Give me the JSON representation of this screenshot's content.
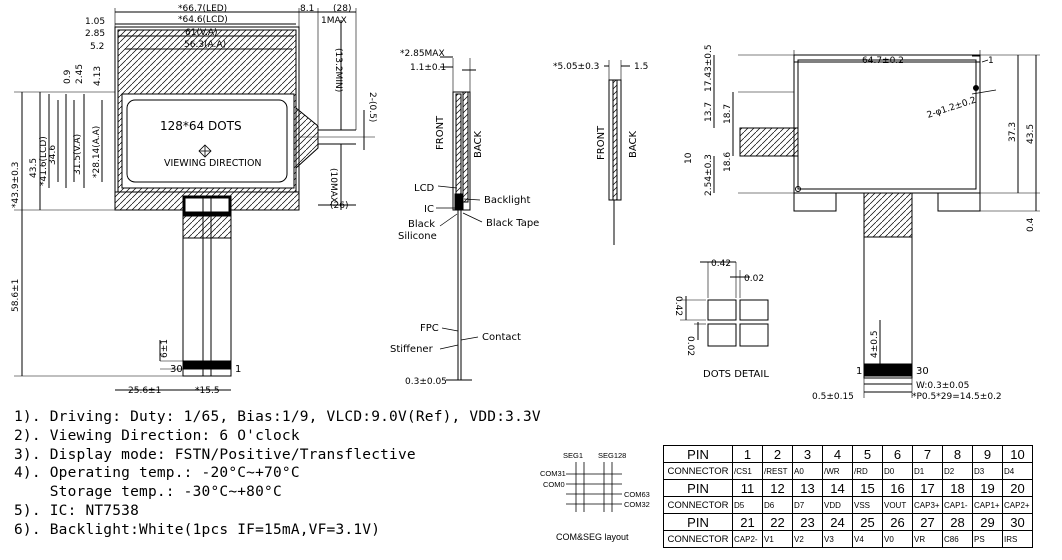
{
  "front_view": {
    "dims_top": [
      "*66.7(LED)",
      "*64.6(LCD)",
      "61(V.A)",
      "56.3(A.A)"
    ],
    "dims_left_offsets": [
      "1.05",
      "2.85",
      "5.2"
    ],
    "dim_top_right": "8.1",
    "dim_28": "(28)",
    "dim_1max": "1MAX",
    "dim_13_2min": "(13.2MIN)",
    "dim_2_05": "2-(0.5)",
    "dim_10max": "(10MAX)",
    "dim_26": "(26)",
    "dims_vertical": [
      "*43.9±0.3",
      "43.5",
      "*41.6(LCD)",
      "34.6",
      "31.5(V.A)",
      "*28.14(A.A)"
    ],
    "dims_vertical_small": [
      "0.9",
      "2.45",
      "4.13"
    ],
    "dim_58_6": "58.6±1",
    "dim_6": "6±1",
    "dim_25_6": "25.6±1",
    "dim_15_5": "*15.5",
    "pin_30": "30",
    "pin_1": "1",
    "display_text": "128*64 DOTS",
    "viewing_text": "VIEWING DIRECTION"
  },
  "side_view": {
    "dim_thickness": "*2.85MAX",
    "dim_1_1": "1.1±0.1",
    "front": "FRONT",
    "back": "BACK",
    "lcd": "LCD",
    "ic": "IC",
    "black_silicone": [
      "Black",
      "Silicone"
    ],
    "backlight": "Backlight",
    "black_tape": "Black Tape",
    "fpc": "FPC",
    "stiffener": "Stiffener",
    "contact": "Contact",
    "dim_0_3": "0.3±0.05"
  },
  "side_view_2": {
    "dim_5_05": "*5.05±0.3",
    "dim_1_5": "1.5",
    "front": "FRONT",
    "back": "BACK"
  },
  "back_view": {
    "dim_64_7": "64.7±0.2",
    "dim_1": "1",
    "dim_17_43": "17.43±0.5",
    "dim_13_7": "13.7",
    "dim_18_7": "18.7",
    "dim_18_6": "18.6",
    "dim_10": "10",
    "dim_2_54": "2.54±0.3",
    "hole": "2-φ1.2±0.2",
    "dim_37_3": "37.3",
    "dim_43_5": "43.5",
    "dim_0_4": "0.4",
    "dim_4": "4±0.5",
    "pin_30": "30",
    "pin_1": "1",
    "dim_w": "W:0.3±0.05",
    "dim_p": "*P0.5*29=14.5±0.2",
    "dim_0_5": "0.5±0.15"
  },
  "dots_detail": {
    "title": "DOTS DETAIL",
    "d042_h": "0.42",
    "d002_h": "0.02",
    "d042_v": "0.42",
    "d002_v": "0.02"
  },
  "notes": [
    "1). Driving: Duty: 1/65, Bias:1/9, VLCD:9.0V(Ref), VDD:3.3V",
    "2). Viewing Direction: 6 O'clock",
    "3). Display mode: FSTN/Positive/Transflective",
    "4). Operating temp.: -20°C~+70°C",
    "    Storage temp.: -30°C~+80°C",
    "5). IC: NT7538",
    "6). Backlight:White(1pcs IF=15mA,VF=3.1V)"
  ],
  "comseg": {
    "seg1": "SEG1",
    "seg128": "SEG128",
    "com31": "COM31",
    "com0": "COM0",
    "com63": "COM63",
    "com32": "COM32",
    "caption": "COM&SEG layout"
  },
  "pin_table": [
    {
      "pin_label": "PIN",
      "pins": [
        "1",
        "2",
        "3",
        "4",
        "5",
        "6",
        "7",
        "8",
        "9",
        "10"
      ],
      "conn_label": "CONNECTOR",
      "signals": [
        "/CS1",
        "/REST",
        "A0",
        "/WR",
        "/RD",
        "D0",
        "D1",
        "D2",
        "D3",
        "D4"
      ]
    },
    {
      "pin_label": "PIN",
      "pins": [
        "11",
        "12",
        "13",
        "14",
        "15",
        "16",
        "17",
        "18",
        "19",
        "20"
      ],
      "conn_label": "CONNECTOR",
      "signals": [
        "D5",
        "D6",
        "D7",
        "VDD",
        "VSS",
        "VOUT",
        "CAP3+",
        "CAP1-",
        "CAP1+",
        "CAP2+"
      ]
    },
    {
      "pin_label": "PIN",
      "pins": [
        "21",
        "22",
        "23",
        "24",
        "25",
        "26",
        "27",
        "28",
        "29",
        "30"
      ],
      "conn_label": "CONNECTOR",
      "signals": [
        "CAP2-",
        "V1",
        "V2",
        "V3",
        "V4",
        "V0",
        "VR",
        "C86",
        "PS",
        "IRS"
      ]
    }
  ]
}
